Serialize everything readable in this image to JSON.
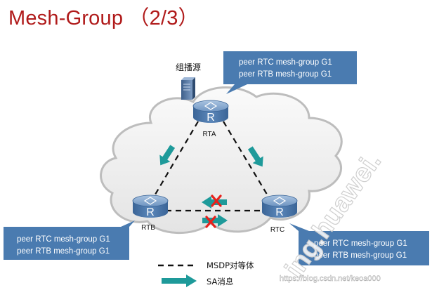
{
  "title": "Mesh-Group （2/3）",
  "source_label": "组播源",
  "routers": [
    {
      "name": "RTA",
      "icon_letter": "R"
    },
    {
      "name": "RTB",
      "icon_letter": "R"
    },
    {
      "name": "RTC",
      "icon_letter": "R"
    }
  ],
  "callouts": {
    "rta": [
      "peer RTC mesh-group G1",
      "peer RTB mesh-group G1"
    ],
    "rtb": [
      "peer RTC mesh-group G1",
      "peer RTB mesh-group G1"
    ],
    "rtc": [
      "peer RTC mesh-group G1",
      "peer RTB mesh-group G1"
    ]
  },
  "legend": {
    "peer": "MSDP对等体",
    "sa": "SA消息"
  },
  "watermark": {
    "brand": "ing.huawei.",
    "blog": "https://blog.csdn.net/keoa000"
  },
  "colors": {
    "title": "#b01a1a",
    "callout_fill": "#4a7bb0",
    "router_fill": "#4b78ab",
    "sa_arrow": "#1e9a9a",
    "blocked_x": "#e8201a"
  }
}
